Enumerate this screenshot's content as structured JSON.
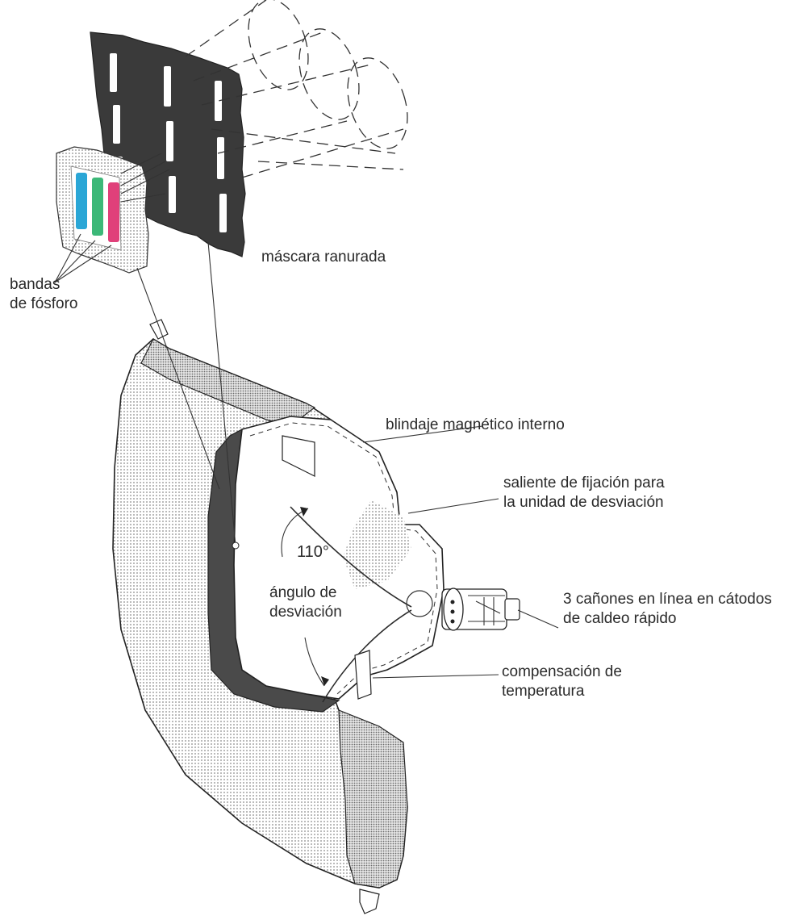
{
  "labels": {
    "mascara": "máscara ranurada",
    "bandas_1": "bandas",
    "bandas_2": "de fósforo",
    "blindaje": "blindaje magnético interno",
    "saliente_1": "saliente de fijación para",
    "saliente_2": "la unidad de desviación",
    "angle_value": "110°",
    "angle_1": "ángulo de",
    "angle_2": "desviación",
    "canones_1": "3 cañones en línea en cátodos",
    "canones_2": "de caldeo rápido",
    "compensacion_1": "compensación de",
    "compensacion_2": "temperatura"
  },
  "colors": {
    "phosphor_blue": "#2aa6d6",
    "phosphor_green": "#3cb878",
    "phosphor_magenta": "#e0407a",
    "mask_dark": "#3a3a3a",
    "screen_stipple": "#cfcfcf",
    "shield_dark": "#4a4a4a"
  }
}
